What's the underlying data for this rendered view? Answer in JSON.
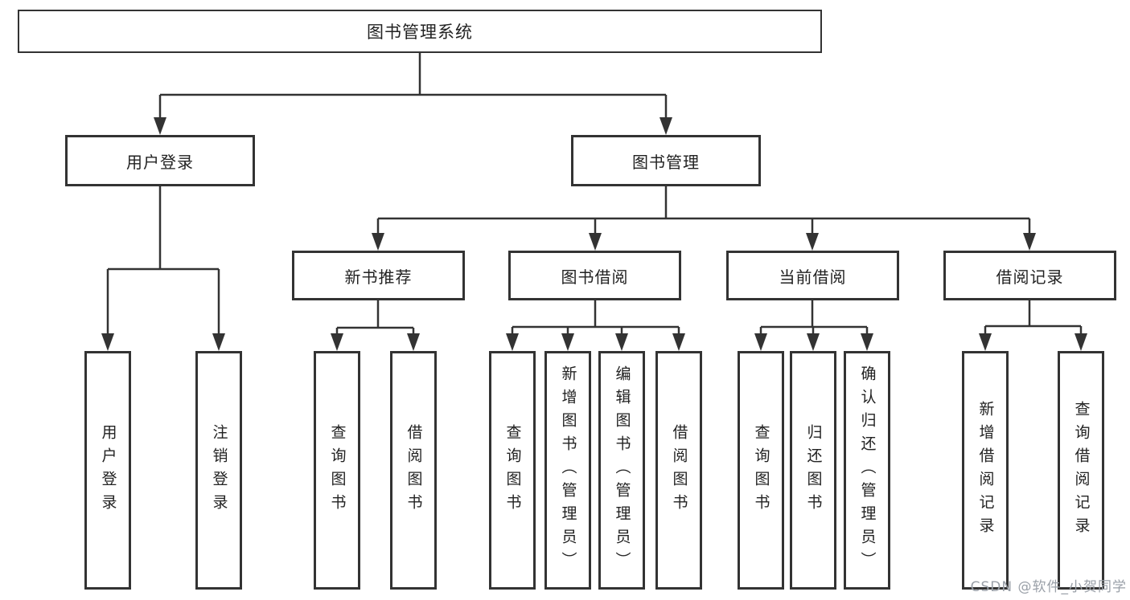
{
  "diagram": {
    "root_label": "图书管理系统",
    "level2": {
      "user_login": "用户登录",
      "book_mgmt": "图书管理"
    },
    "level3": {
      "new_books": "新书推荐",
      "book_borrow": "图书借阅",
      "current_borrow": "当前借阅",
      "borrow_records": "借阅记录"
    },
    "leaves": {
      "user_login": [
        "用户登录",
        "注销登录"
      ],
      "new_books": [
        "查询图书",
        "借阅图书"
      ],
      "book_borrow": [
        "查询图书",
        "新增图书（管理员）",
        "编辑图书（管理员）",
        "借阅图书"
      ],
      "current_borrow": [
        "查询图书",
        "归还图书",
        "确认归还（管理员）"
      ],
      "borrow_records": [
        "新增借阅记录",
        "查询借阅记录"
      ]
    },
    "line_color": "#333333",
    "text_color": "#222222"
  },
  "watermark": {
    "text": "CSDN @软件_小贺同学",
    "color": "#9aa0a8"
  }
}
